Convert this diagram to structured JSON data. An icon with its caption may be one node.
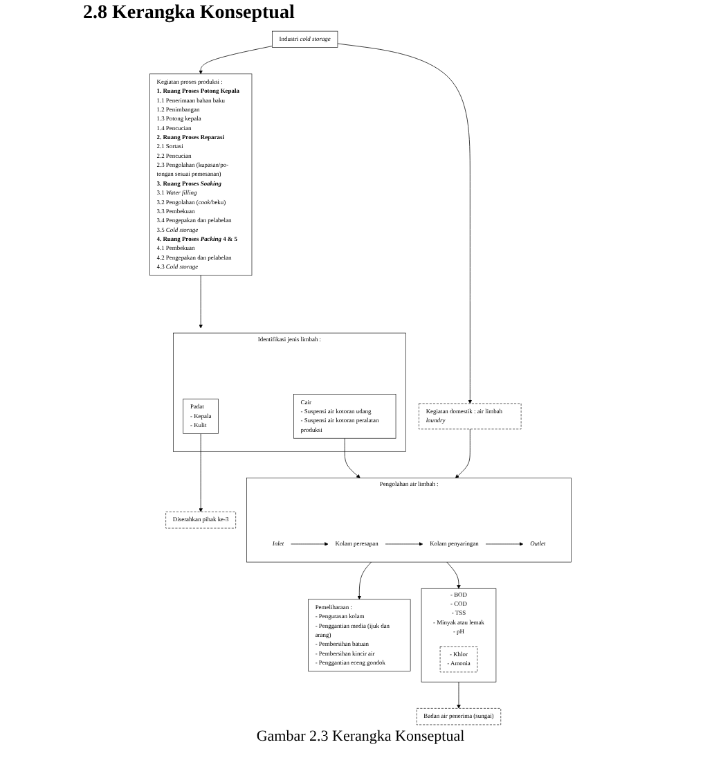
{
  "diagram": {
    "title": "2.8 Kerangka Konseptual",
    "caption": "Gambar 2.3 Kerangka Konseptual",
    "nodes": [
      {
        "text": [
          "Industri *cold storage*"
        ]
      },
      {
        "text": [
          "Kegiatan proses produksi :",
          "1. Ruang Proses Potong Kepala",
          "1.1 Penerimaan bahan baku",
          "1.2 Penimbangan",
          "1.3 Potong kepala",
          "1.4 Pencucian",
          "2. Ruang Proses Reparasi",
          "2.1 Sortasi",
          "2.2 Pencucian",
          "2.3 Pengolahan (kupasan/po-tongan sesuai pemesanan)",
          "3. Ruang Proses *Soaking*",
          "3.1 *Water filling*",
          "3.2 Pengolahan (*cook*/beku)",
          "3.3 Pembekuan",
          "3.4 Pengepakan dan pelabelan",
          "3.5 *Cold storage*",
          "4. Ruang Proses *Packing* 4 & 5",
          "4.1 Pembekuan",
          "4.2 Pengepakan dan pelabelan",
          "4.3 *Cold storage*"
        ]
      },
      {
        "text": [
          "Identifikasi jenis limbah :"
        ]
      },
      {
        "text": [
          "Padat",
          "- Kepala",
          "- Kulit"
        ],
        "in": 2
      },
      {
        "text": [
          "Cair",
          "- Suspensi air kotoran udang",
          "- Suspensi air kotoran peralatan produksi"
        ],
        "in": 2
      },
      {
        "text": [
          "Diserahkan pihak ke-3"
        ]
      },
      {
        "text": [
          "Kegiatan domestik : air limbah *laundry*"
        ]
      },
      {
        "text": [
          "Pengolahan air limbah :"
        ]
      },
      {
        "text": [
          "Inlet"
        ],
        "in": 7
      },
      {
        "text": [
          "Kolam peresapan"
        ],
        "in": 7
      },
      {
        "text": [
          "Kolam penyaringan"
        ],
        "in": 7
      },
      {
        "text": [
          "Outlet"
        ],
        "in": 7
      },
      {
        "text": [
          "Pemeliharaan :",
          "- Pengurasan kolam",
          "- Penggantian media (ijuk dan arang)",
          "- Pembersihan batuan",
          "- Pembersihan kincir air",
          "- Penggantian eceng gondok"
        ]
      },
      {
        "text": [
          "- BOD",
          "- COD",
          "- TSS",
          "- Minyak atau lemak",
          "- pH"
        ]
      },
      {
        "text": [
          "- Khlor",
          "- Amonia"
        ],
        "in": 13
      },
      {
        "text": [
          "Badan air penerima (sungai)"
        ]
      }
    ],
    "edges": [
      {
        "from": 0,
        "to": 1,
        "arrow": "to"
      },
      {
        "from": 0,
        "to": 6,
        "arrow": "to"
      },
      {
        "from": 1,
        "to": 2,
        "arrow": "to"
      },
      {
        "from": 3,
        "to": 5,
        "arrow": "to"
      },
      {
        "from": 4,
        "to": 7,
        "arrow": "to"
      },
      {
        "from": 6,
        "to": 7,
        "arrow": "to"
      },
      {
        "from": 8,
        "to": 9,
        "arrow": "to"
      },
      {
        "from": 9,
        "to": 10,
        "arrow": "to"
      },
      {
        "from": 10,
        "to": 11,
        "arrow": "to"
      },
      {
        "from": 7,
        "to": 12,
        "arrow": "to"
      },
      {
        "from": 7,
        "to": 13,
        "arrow": "to"
      },
      {
        "from": 13,
        "to": 15,
        "arrow": "to"
      }
    ]
  }
}
